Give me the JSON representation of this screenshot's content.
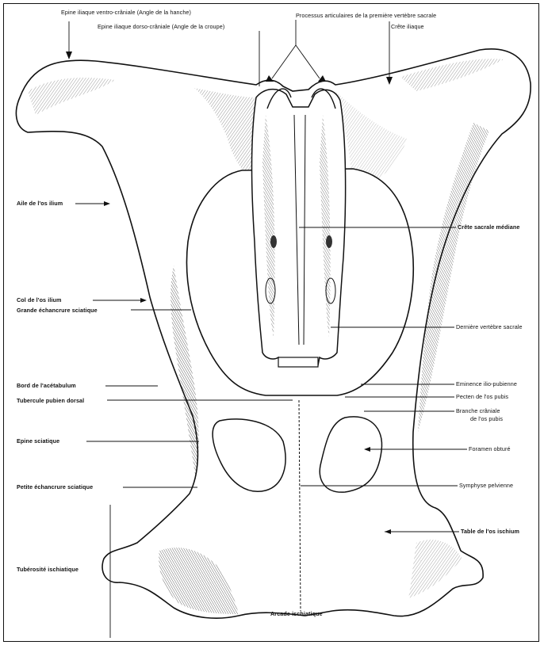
{
  "labels": {
    "top_1": "Epine iliaque ventro-crâniale (Angle de la hanche)",
    "top_2": "Epine iliaque dorso-crâniale (Angle de la croupe)",
    "top_3": "Processus articulaires de la première vertèbre sacrale",
    "top_4": "Crête iliaque",
    "left_aile": "Aile de l'os ilium",
    "left_col": "Col de l'os ilium",
    "left_grande": "Grande échancrure sciatique",
    "left_bord": "Bord de l'acétabulum",
    "left_tuberc": "Tubercule pubien dorsal",
    "left_epine": "Epine sciatique",
    "left_petite": "Petite échancrure sciatique",
    "left_tuberosite": "Tubérosité ischiatique",
    "right_crete": "Crête sacrale médiane",
    "right_derniere": "Dernière vertèbre sacrale",
    "right_eminence": "Eminence ilio-pubienne",
    "right_pecten": "Pecten de l'os pubis",
    "right_branche_1": "Branche crâniale",
    "right_branche_2": "de l'os pubis",
    "right_foramen": "Foramen obturé",
    "right_symphyse": "Symphyse pelvienne",
    "right_table": "Table de l'os ischium",
    "bottom_arcade": "Arcade ischiatique"
  },
  "colors": {
    "ink": "#111111",
    "bone": "#ffffff",
    "shade": "#3a3a3a"
  }
}
